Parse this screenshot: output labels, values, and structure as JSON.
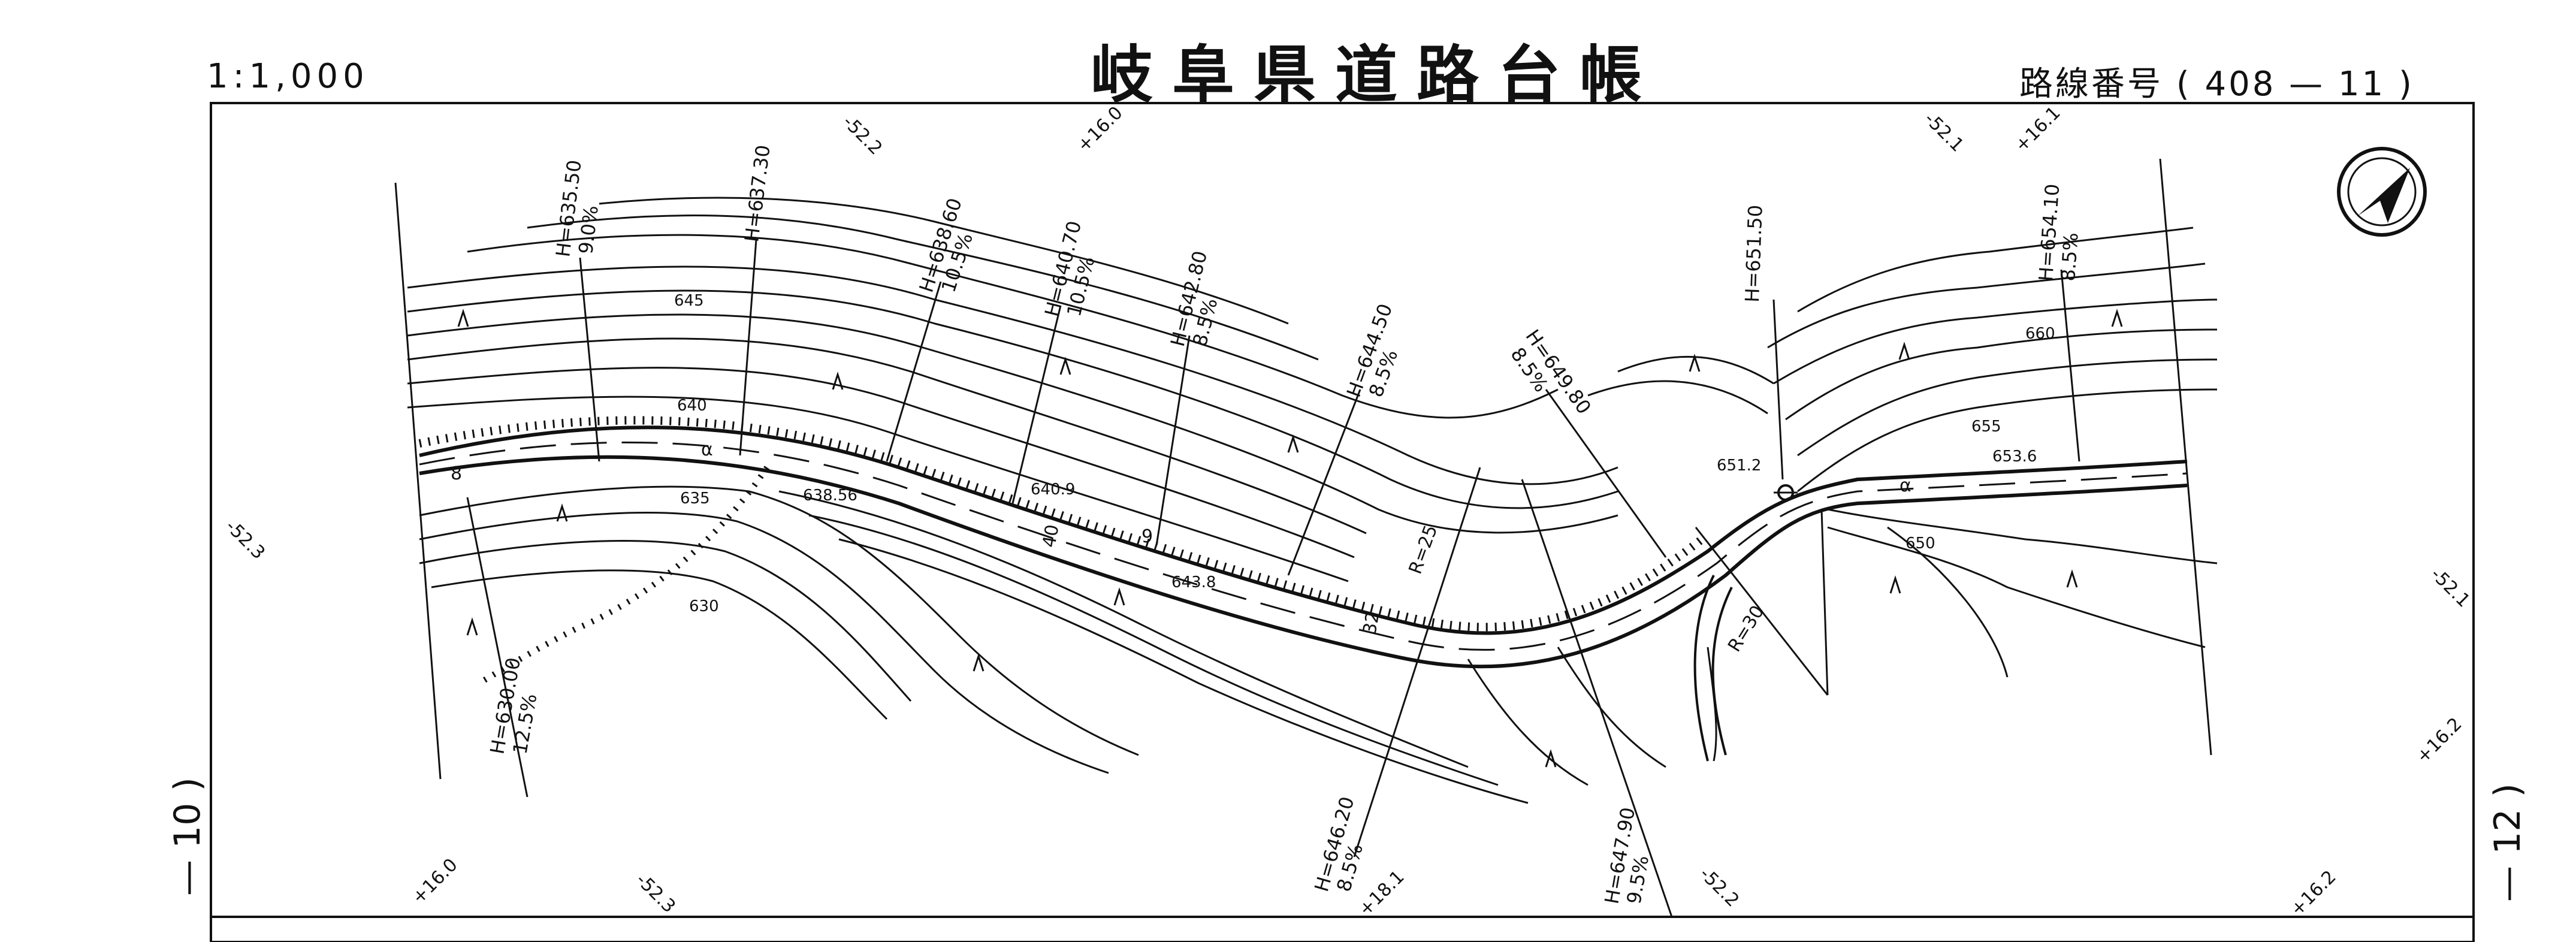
{
  "header": {
    "title": "岐阜県道路台帳",
    "scale": "1:1,000",
    "route_label": "路線番号",
    "route_number": "( 408 — 11 )"
  },
  "sheet_numbers": {
    "left": "— 10 )",
    "right": "— 12 )"
  },
  "icons": {
    "north_arrow": "north-arrow-icon"
  },
  "grid_labels": {
    "top": [
      "-52.2",
      "+16.0",
      "-52.1",
      "+16.1"
    ],
    "left": [
      "-52.3"
    ],
    "right": [
      "-52.1",
      "+16.2"
    ],
    "bottom": [
      "+16.0",
      "-52.3",
      "+18.1",
      "-52.2",
      "+16.2"
    ]
  },
  "elevation_callouts": [
    {
      "h": "H=635.50",
      "grade": "9.0%"
    },
    {
      "h": "H=637.30",
      "grade": ""
    },
    {
      "h": "H=638.60",
      "grade": "10.5%"
    },
    {
      "h": "H=640.70",
      "grade": "10.5%"
    },
    {
      "h": "H=642.80",
      "grade": "8.5%"
    },
    {
      "h": "H=644.50",
      "grade": "8.5%"
    },
    {
      "h": "H=649.80",
      "grade": "8.5%"
    },
    {
      "h": "H=651.50",
      "grade": ""
    },
    {
      "h": "H=654.10",
      "grade": "8.5%"
    },
    {
      "h": "H=630.00",
      "grade": "12.5%"
    },
    {
      "h": "H=646.20",
      "grade": "8.5%"
    },
    {
      "h": "H=647.90",
      "grade": "9.5%"
    }
  ],
  "contour_labels": [
    "645",
    "640",
    "635",
    "630",
    "660",
    "655",
    "650"
  ],
  "spot_heights": [
    "638.56",
    "640.9",
    "643.8",
    "651.2",
    "653.6"
  ],
  "curve_radii": [
    "R=25",
    "R=30"
  ],
  "stations": [
    "8",
    "40",
    "9",
    "32"
  ],
  "road_marker": "α"
}
